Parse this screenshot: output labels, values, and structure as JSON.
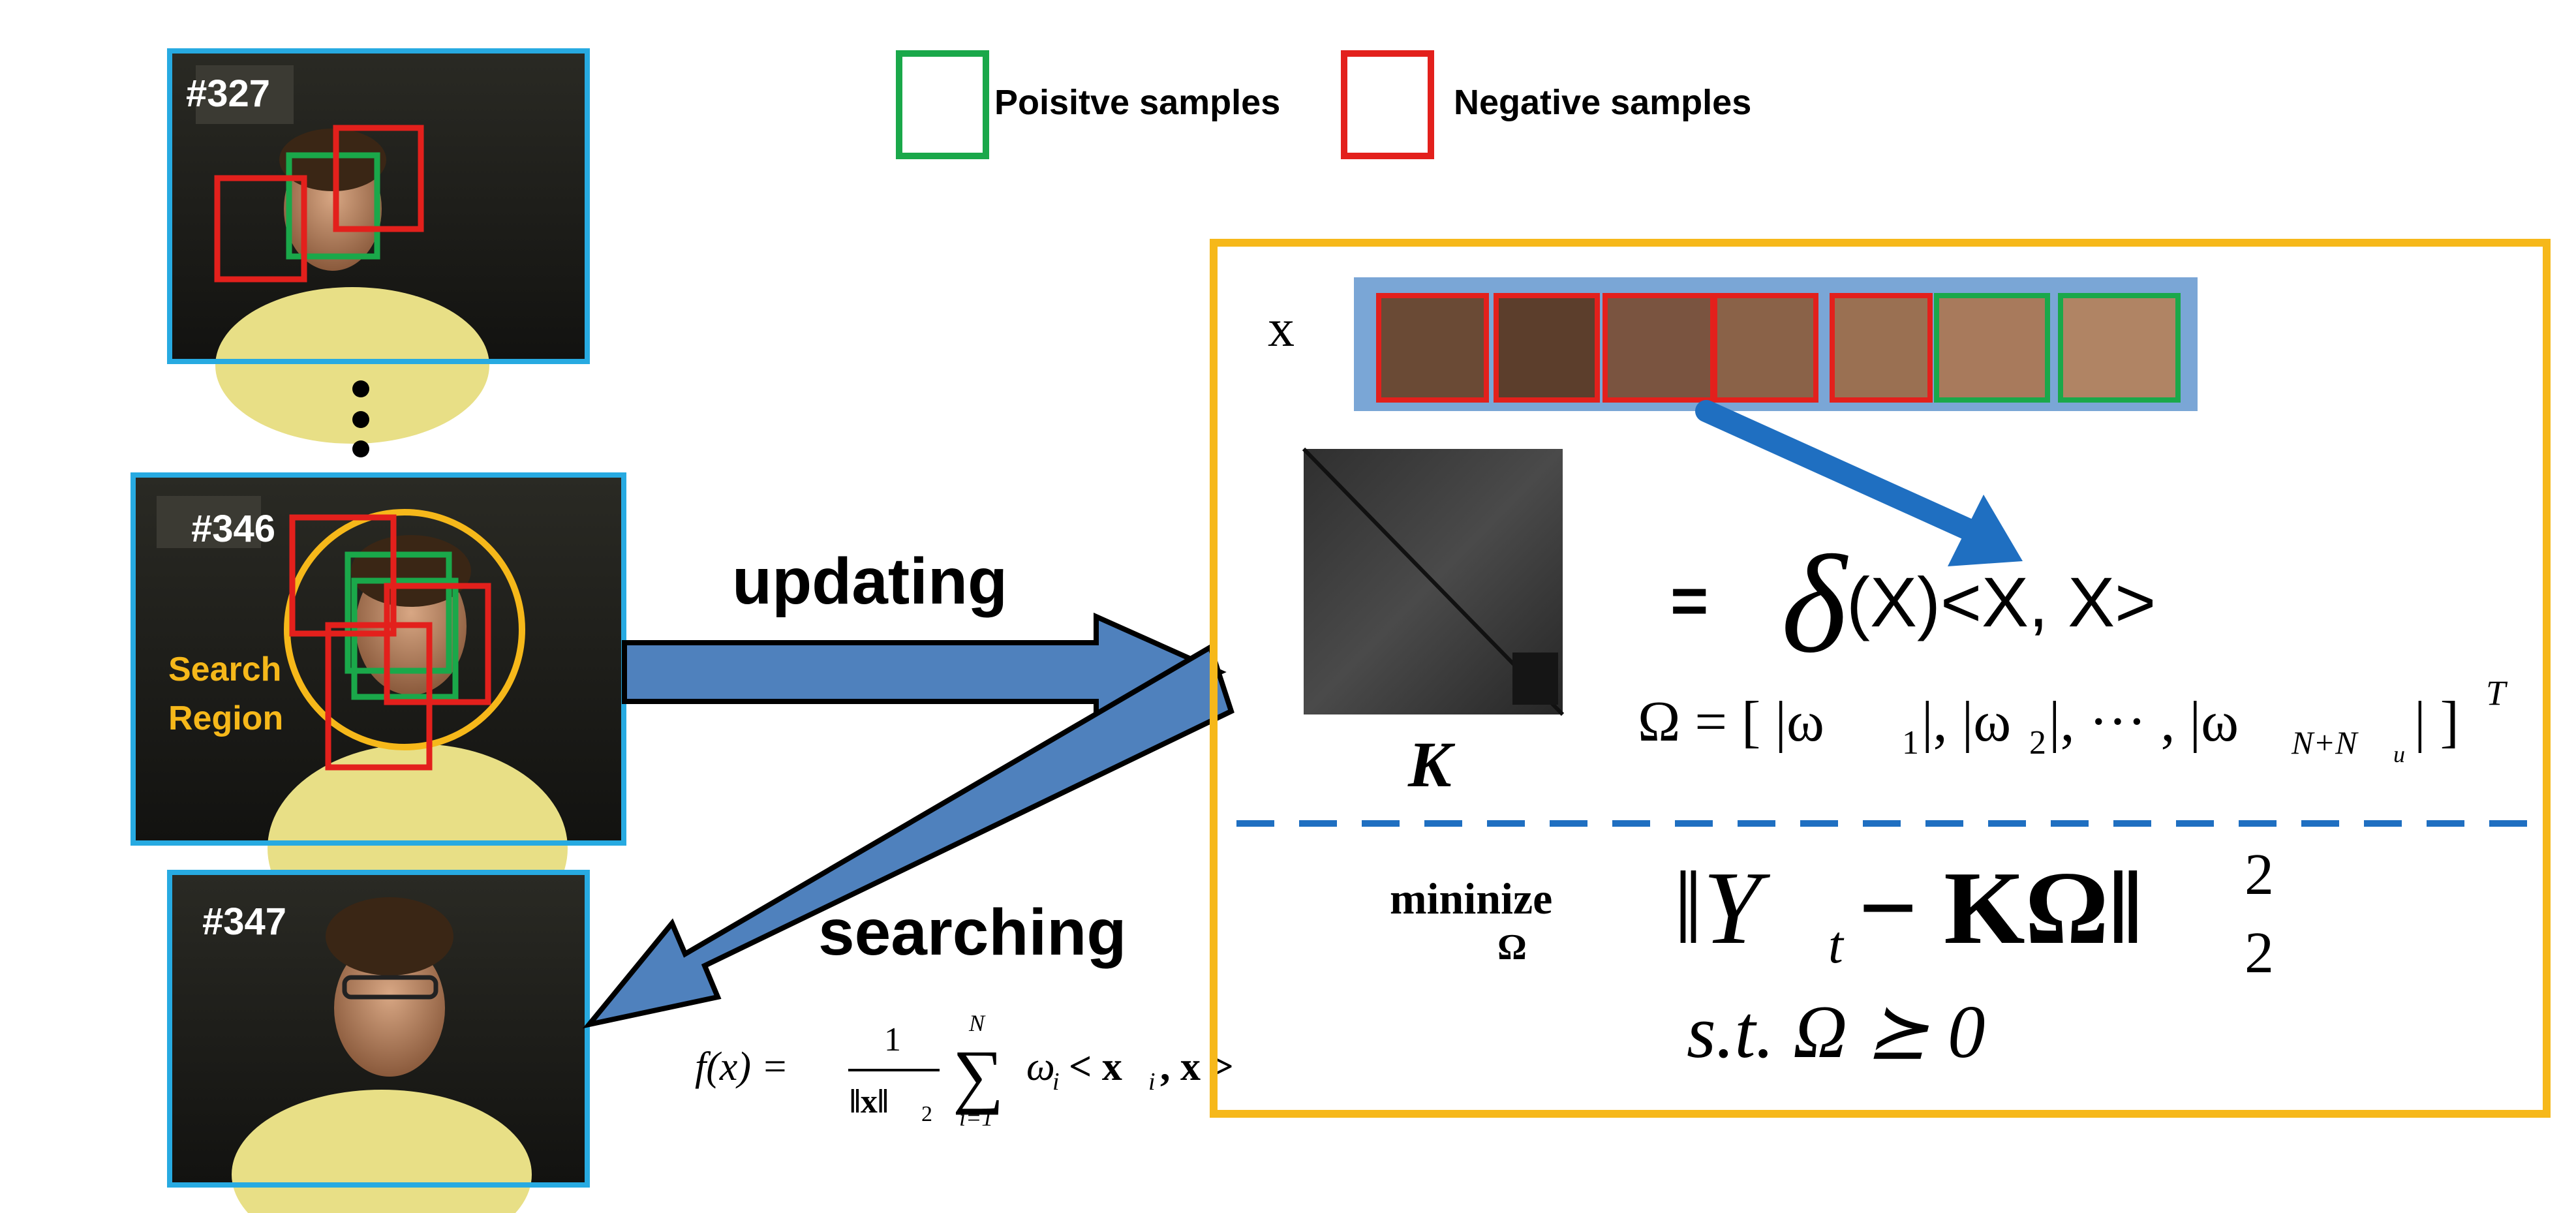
{
  "frames": [
    {
      "label": "#327"
    },
    {
      "label": "#346",
      "region_label_line1": "Search",
      "region_label_line2": "Region"
    },
    {
      "label": "#347"
    }
  ],
  "legend": {
    "positive_label": "Poisitve samples",
    "negative_label": "Negative samples"
  },
  "arrows": {
    "updating_label": "updating",
    "searching_label": "searching"
  },
  "formulas": {
    "f_lhs": "f(x) =",
    "f_num": "1",
    "f_den": "‖x‖",
    "f_den_sub": "2",
    "f_sum_top": "N",
    "f_sum_bottom": "i=1",
    "f_body": "ω",
    "f_body_sub": "i",
    "f_body_rest": " < x",
    "f_body_rest_sub": "i",
    "f_body_tail": ", x >",
    "x_label": "x",
    "kernel_label": "K",
    "equals": "=",
    "delta": "δ",
    "delta_args": "(X)<X, X>",
    "omega_def": "Ω = [ |ω",
    "omega_def_1": "1",
    "omega_def_mid": "|, |ω",
    "omega_def_2": "2",
    "omega_def_dots": "|, ··· , |ω",
    "omega_def_n": "N+N",
    "omega_def_u": "u",
    "omega_def_end": "| ]",
    "omega_def_T": "T",
    "min_word": "mininize",
    "min_sub": "Ω",
    "objective": "‖Y",
    "objective_t": "t",
    "objective_rest": " − KΩ‖",
    "objective_sup": "2",
    "objective_sub": "2",
    "constraint": "s.t.  Ω ⪰ 0"
  },
  "colors": {
    "positive": "#1aa84a",
    "negative": "#e3201c",
    "frame_border": "#27aae1",
    "panel_border": "#f6b81a",
    "arrow_fill": "#4f81bd",
    "arrow_dark": "#1f6fc1",
    "search_region": "#f6b81a"
  }
}
